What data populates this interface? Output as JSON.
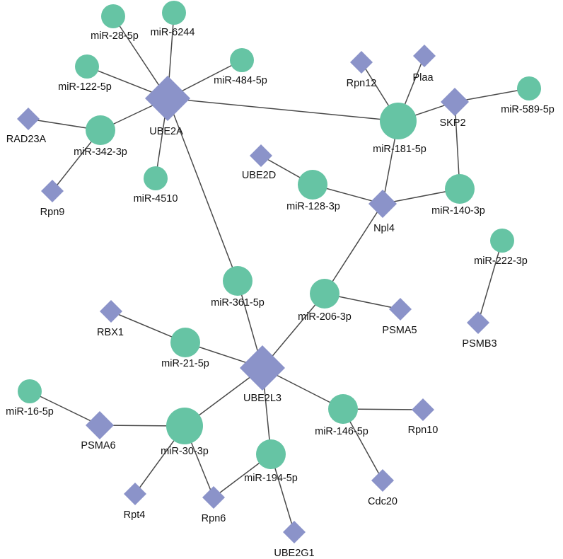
{
  "nodes": [
    {
      "id": "UBE2A",
      "label": "UBE2A",
      "kind": "gene",
      "size": "large"
    },
    {
      "id": "UBE2L3",
      "label": "UBE2L3",
      "kind": "gene",
      "size": "large"
    },
    {
      "id": "Npl4",
      "label": "Npl4",
      "kind": "gene",
      "size": "medium"
    },
    {
      "id": "SKP2",
      "label": "SKP2",
      "kind": "gene",
      "size": "medium"
    },
    {
      "id": "RAD23A",
      "label": "RAD23A",
      "kind": "gene",
      "size": "small"
    },
    {
      "id": "Rpn9",
      "label": "Rpn9",
      "kind": "gene",
      "size": "small"
    },
    {
      "id": "Rpn12",
      "label": "Rpn12",
      "kind": "gene",
      "size": "small"
    },
    {
      "id": "Plaa",
      "label": "Plaa",
      "kind": "gene",
      "size": "small"
    },
    {
      "id": "UBE2D",
      "label": "UBE2D",
      "kind": "gene",
      "size": "small"
    },
    {
      "id": "PSMA5",
      "label": "PSMA5",
      "kind": "gene",
      "size": "small"
    },
    {
      "id": "PSMB3",
      "label": "PSMB3",
      "kind": "gene",
      "size": "small"
    },
    {
      "id": "RBX1",
      "label": "RBX1",
      "kind": "gene",
      "size": "small"
    },
    {
      "id": "PSMA6",
      "label": "PSMA6",
      "kind": "gene",
      "size": "medium"
    },
    {
      "id": "Rpn10",
      "label": "Rpn10",
      "kind": "gene",
      "size": "small"
    },
    {
      "id": "Cdc20",
      "label": "Cdc20",
      "kind": "gene",
      "size": "small"
    },
    {
      "id": "Rpt4",
      "label": "Rpt4",
      "kind": "gene",
      "size": "small"
    },
    {
      "id": "Rpn6",
      "label": "Rpn6",
      "kind": "gene",
      "size": "small"
    },
    {
      "id": "UBE2G1",
      "label": "UBE2G1",
      "kind": "gene",
      "size": "small"
    },
    {
      "id": "miR-28-5p",
      "label": "miR-28-5p",
      "kind": "mirna",
      "size": "small"
    },
    {
      "id": "miR-6244",
      "label": "miR-6244",
      "kind": "mirna",
      "size": "small"
    },
    {
      "id": "miR-122-5p",
      "label": "miR-122-5p",
      "kind": "mirna",
      "size": "small"
    },
    {
      "id": "miR-484-5p",
      "label": "miR-484-5p",
      "kind": "mirna",
      "size": "small"
    },
    {
      "id": "miR-342-3p",
      "label": "miR-342-3p",
      "kind": "mirna",
      "size": "medium"
    },
    {
      "id": "miR-4510",
      "label": "miR-4510",
      "kind": "mirna",
      "size": "small"
    },
    {
      "id": "miR-181-5p",
      "label": "miR-181-5p",
      "kind": "mirna",
      "size": "large"
    },
    {
      "id": "miR-589-5p",
      "label": "miR-589-5p",
      "kind": "mirna",
      "size": "small"
    },
    {
      "id": "miR-128-3p",
      "label": "miR-128-3p",
      "kind": "mirna",
      "size": "medium"
    },
    {
      "id": "miR-140-3p",
      "label": "miR-140-3p",
      "kind": "mirna",
      "size": "medium"
    },
    {
      "id": "miR-222-3p",
      "label": "miR-222-3p",
      "kind": "mirna",
      "size": "small"
    },
    {
      "id": "miR-361-5p",
      "label": "miR-361-5p",
      "kind": "mirna",
      "size": "medium"
    },
    {
      "id": "miR-206-3p",
      "label": "miR-206-3p",
      "kind": "mirna",
      "size": "medium"
    },
    {
      "id": "miR-21-5p",
      "label": "miR-21-5p",
      "kind": "mirna",
      "size": "medium"
    },
    {
      "id": "miR-16-5p",
      "label": "miR-16-5p",
      "kind": "mirna",
      "size": "small"
    },
    {
      "id": "miR-30-3p",
      "label": "miR-30-3p",
      "kind": "mirna",
      "size": "large"
    },
    {
      "id": "miR-146-5p",
      "label": "miR-146-5p",
      "kind": "mirna",
      "size": "medium"
    },
    {
      "id": "miR-194-5p",
      "label": "miR-194-5p",
      "kind": "mirna",
      "size": "medium"
    }
  ],
  "edges": [
    [
      "UBE2A",
      "miR-28-5p"
    ],
    [
      "UBE2A",
      "miR-6244"
    ],
    [
      "UBE2A",
      "miR-122-5p"
    ],
    [
      "UBE2A",
      "miR-484-5p"
    ],
    [
      "UBE2A",
      "miR-342-3p"
    ],
    [
      "UBE2A",
      "miR-4510"
    ],
    [
      "UBE2A",
      "miR-181-5p"
    ],
    [
      "UBE2A",
      "miR-361-5p"
    ],
    [
      "RAD23A",
      "miR-342-3p"
    ],
    [
      "Rpn9",
      "miR-342-3p"
    ],
    [
      "Rpn12",
      "miR-181-5p"
    ],
    [
      "Plaa",
      "miR-181-5p"
    ],
    [
      "SKP2",
      "miR-181-5p"
    ],
    [
      "SKP2",
      "miR-589-5p"
    ],
    [
      "SKP2",
      "miR-140-3p"
    ],
    [
      "Npl4",
      "miR-181-5p"
    ],
    [
      "Npl4",
      "miR-128-3p"
    ],
    [
      "Npl4",
      "miR-140-3p"
    ],
    [
      "Npl4",
      "miR-206-3p"
    ],
    [
      "UBE2D",
      "miR-128-3p"
    ],
    [
      "PSMB3",
      "miR-222-3p"
    ],
    [
      "PSMA5",
      "miR-206-3p"
    ],
    [
      "UBE2L3",
      "miR-361-5p"
    ],
    [
      "UBE2L3",
      "miR-206-3p"
    ],
    [
      "UBE2L3",
      "miR-21-5p"
    ],
    [
      "UBE2L3",
      "miR-30-3p"
    ],
    [
      "UBE2L3",
      "miR-146-5p"
    ],
    [
      "UBE2L3",
      "miR-194-5p"
    ],
    [
      "RBX1",
      "miR-21-5p"
    ],
    [
      "PSMA6",
      "miR-16-5p"
    ],
    [
      "PSMA6",
      "miR-30-3p"
    ],
    [
      "Rpt4",
      "miR-30-3p"
    ],
    [
      "Rpn6",
      "miR-30-3p"
    ],
    [
      "Rpn6",
      "miR-194-5p"
    ],
    [
      "UBE2G1",
      "miR-194-5p"
    ],
    [
      "Rpn10",
      "miR-146-5p"
    ],
    [
      "Cdc20",
      "miR-146-5p"
    ]
  ],
  "colors": {
    "gene": "#8b93c9",
    "mirna": "#66c4a4",
    "edge": "#4a4a4a"
  }
}
